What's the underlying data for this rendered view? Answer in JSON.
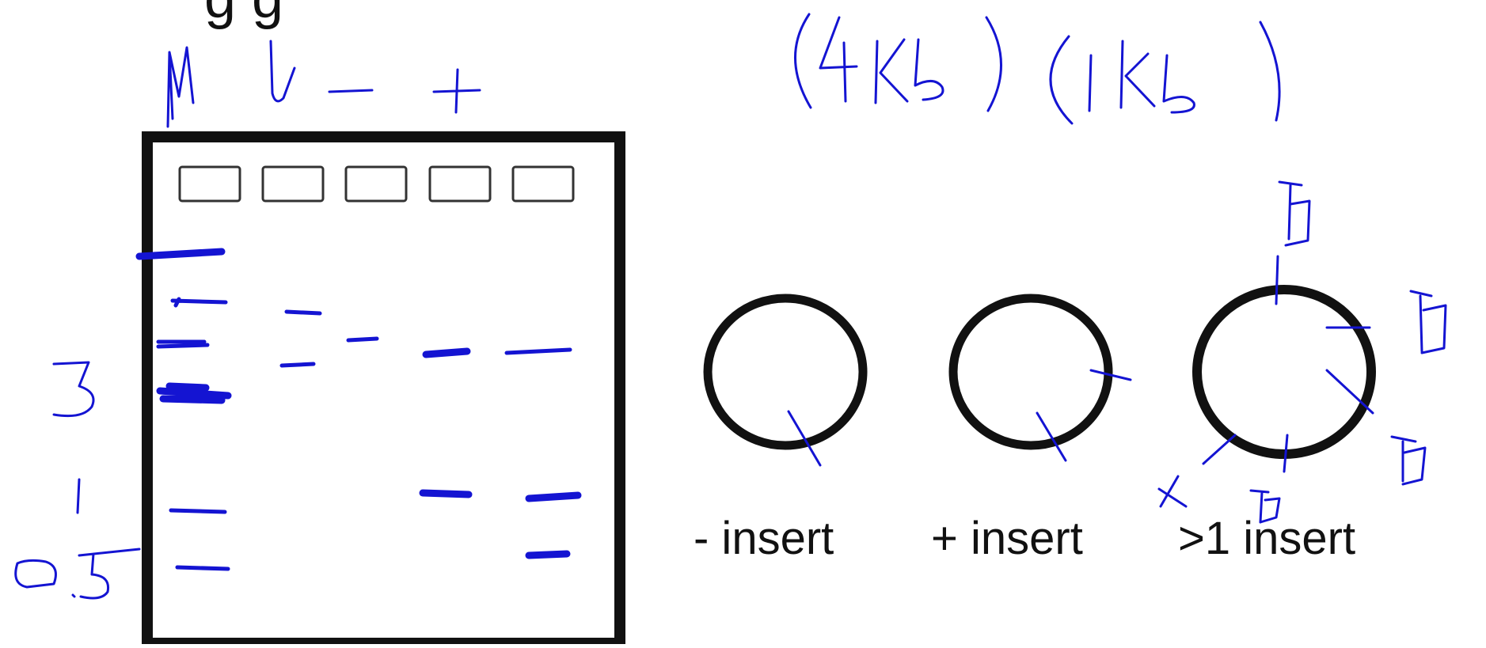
{
  "colors": {
    "ink": "#111111",
    "annotation": "#1414d2",
    "well_border": "#333333",
    "background": "#ffffff"
  },
  "title_fragment": "g        g",
  "gel": {
    "well_count": 5,
    "lane_labels": [
      "M",
      "V",
      "−",
      "+"
    ],
    "size_markers": [
      "3",
      "1",
      "0.5"
    ]
  },
  "plasmids": {
    "captions": [
      "- insert",
      "+ insert",
      ">1 insert"
    ],
    "top_annotation": [
      "(4kb)",
      "(1kb)"
    ],
    "cut_labels": [
      "B",
      "B",
      "B",
      "B",
      "X"
    ]
  }
}
